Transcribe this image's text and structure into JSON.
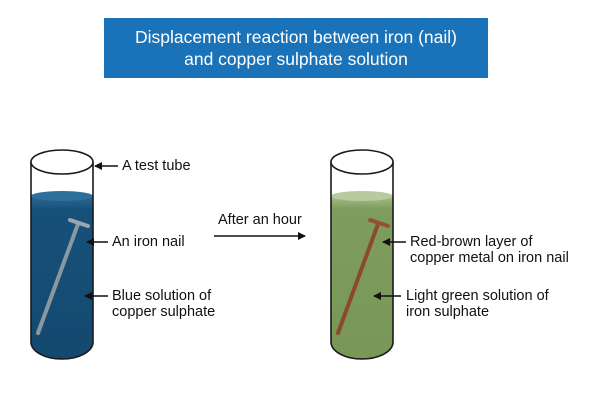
{
  "title": {
    "line1": "Displacement reaction between iron (nail)",
    "line2": "and copper sulphate solution",
    "bg_color": "#1a72b8"
  },
  "colors": {
    "blue_solution": "#16517a",
    "green_solution": "#7e9c5e",
    "iron_nail": "#8a98a4",
    "copper_nail": "#8b4a2b"
  },
  "left_tube": {
    "label_test_tube": "A test tube",
    "label_nail": "An iron nail",
    "label_solution_line1": "Blue solution of",
    "label_solution_line2": "copper sulphate"
  },
  "transition": {
    "label": "After an hour"
  },
  "right_tube": {
    "label_nail_line1": "Red-brown layer of",
    "label_nail_line2": "copper metal on iron nail",
    "label_solution_line1": "Light green solution of",
    "label_solution_line2": "iron sulphate"
  }
}
